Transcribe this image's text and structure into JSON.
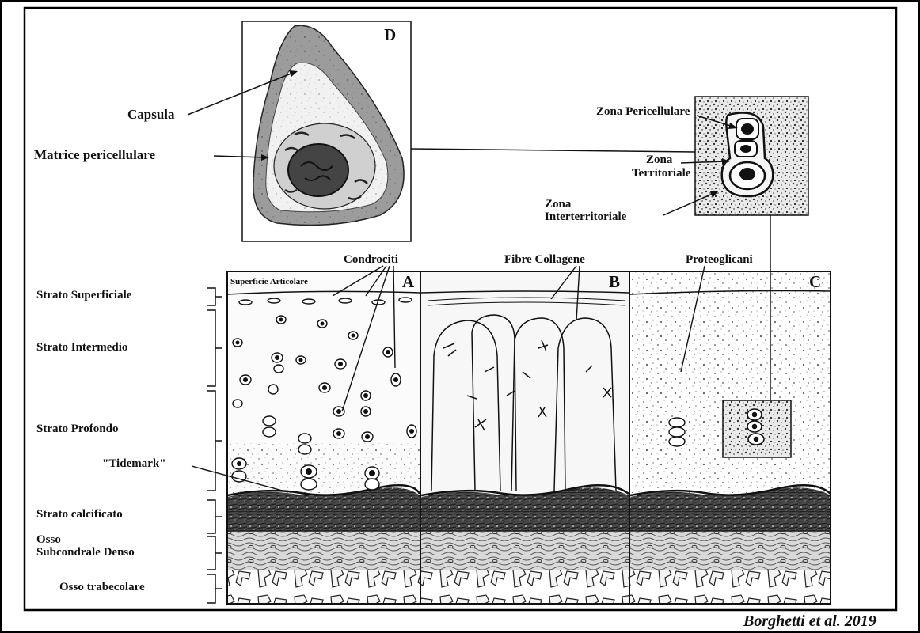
{
  "panels": {
    "d": "D",
    "a": "A",
    "b": "B",
    "c": "C"
  },
  "cell_labels": {
    "capsula": "Capsula",
    "matrice": "Matrice pericellulare"
  },
  "zones": {
    "pericellulare": "Zona Pericellulare",
    "territoriale_1": "Zona",
    "territoriale_2": "Territoriale",
    "interterritoriale_1": "Zona",
    "interterritoriale_2": "Interterritoriale"
  },
  "top_labels": {
    "condrociti": "Condrociti",
    "fibre": "Fibre Collagene",
    "proteoglicani": "Proteoglicani",
    "superficie": "Superficie Articolare"
  },
  "layers": {
    "superficiale": "Strato Superficiale",
    "intermedio": "Strato Intermedio",
    "profondo": "Strato Profondo",
    "tidemark": "\"Tidemark\"",
    "calcificato": "Strato calcificato",
    "osso_denso_1": "Osso",
    "osso_denso_2": "Subcondrale Denso",
    "trabecolare": "Osso trabecolare"
  },
  "credit": "Borghetti et al. 2019"
}
